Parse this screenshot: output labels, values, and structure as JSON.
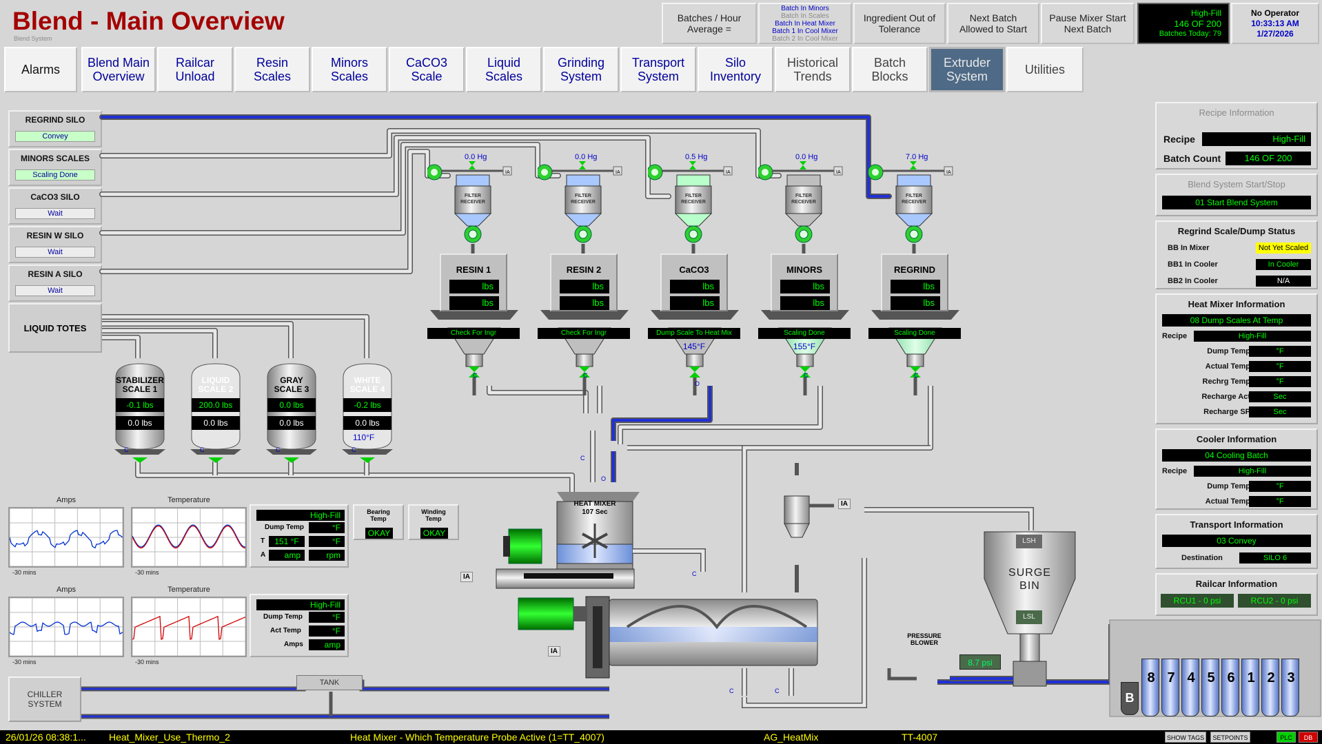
{
  "header": {
    "title": "Blend - Main Overview",
    "subtitle": "Blend System",
    "batches_hour": "Batches / Hour",
    "average": "Average =",
    "batch_status": [
      "Batch In Minors",
      "Batch In Scales",
      "Batch In Heat Mixer",
      "Batch 1 In Cool Mixer",
      "Batch 2 In Cool Mixer"
    ],
    "ingredient_out": "Ingredient Out of Tolerance",
    "next_batch": "Next Batch Allowed to Start",
    "pause_mixer": "Pause Mixer Start Next Batch",
    "recipe": "High-Fill",
    "count": "146  OF  200",
    "batches_today": "Batches Today: 79",
    "operator": "No Operator",
    "time": "10:33:13 AM",
    "date": "1/27/2026"
  },
  "nav": [
    {
      "label": "Alarms"
    },
    {
      "label": "Blend Main Overview"
    },
    {
      "label": "Railcar Unload"
    },
    {
      "label": "Resin Scales"
    },
    {
      "label": "Minors Scales"
    },
    {
      "label": "CaCO3 Scale"
    },
    {
      "label": "Liquid Scales"
    },
    {
      "label": "Grinding System"
    },
    {
      "label": "Transport System"
    },
    {
      "label": "Silo Inventory"
    },
    {
      "label": "Historical Trends"
    },
    {
      "label": "Batch Blocks"
    },
    {
      "label": "Extruder System"
    },
    {
      "label": "Utilities"
    }
  ],
  "silos": [
    {
      "name": "REGRIND SILO",
      "status": "Convey"
    },
    {
      "name": "MINORS SCALES",
      "status": "Scaling Done"
    },
    {
      "name": "CaCO3 SILO",
      "status": "Wait"
    },
    {
      "name": "RESIN W SILO",
      "status": "Wait"
    },
    {
      "name": "RESIN A SILO",
      "status": "Wait"
    }
  ],
  "liquid_totes": "LIQUID TOTES",
  "receivers": [
    {
      "vac": "0.0 Hg",
      "id": "1110000",
      "name": "RESIN 1",
      "unit1": "lbs",
      "unit2": "lbs",
      "status": "Check For Ingr",
      "temp": ""
    },
    {
      "vac": "0.0 Hg",
      "id": "1110000",
      "name": "RESIN 2",
      "unit1": "lbs",
      "unit2": "lbs",
      "status": "Check For Ingr",
      "temp": ""
    },
    {
      "vac": "0.5 Hg",
      "id": "1211310",
      "name": "CaCO3",
      "unit1": "lbs",
      "unit2": "lbs",
      "status": "Dump Scale To Heat Mix",
      "temp": "145°F"
    },
    {
      "vac": "0.0 Hg",
      "id": "",
      "name": "MINORS",
      "unit1": "lbs",
      "unit2": "lbs",
      "status": "Scaling Done",
      "temp": "155°F"
    },
    {
      "vac": "7.0 Hg",
      "id": "1780030",
      "name": "REGRIND",
      "unit1": "lbs",
      "unit2": "lbs",
      "status": "Scaling Done",
      "temp": ""
    }
  ],
  "filter_label": "FILTER RECEIVER",
  "ia": "IA",
  "liquid_scales": [
    {
      "name": "STABILIZER SCALE 1",
      "v1": "-0.1 lbs",
      "v2": "0.0 lbs"
    },
    {
      "name": "LIQUID SCALE 2",
      "v1": "200.0 lbs",
      "v2": "0.0 lbs"
    },
    {
      "name": "GRAY SCALE 3",
      "v1": "0.0 lbs",
      "v2": "0.0 lbs"
    },
    {
      "name": "WHITE SCALE 4",
      "v1": "-0.2 lbs",
      "v2": "0.0 lbs"
    }
  ],
  "white_temp": "110°F",
  "heat_mixer": {
    "label": "HEAT MIXER",
    "time": "107 Sec"
  },
  "trends": [
    {
      "amps": "Amps",
      "temp": "Temperature",
      "span": "-30 mins"
    },
    {
      "amps": "Amps",
      "temp": "Temperature",
      "span": "-30 mins"
    }
  ],
  "hm_info_box": {
    "recipe": "High-Fill",
    "dump_temp_lbl": "Dump Temp",
    "dump_temp_unit": "°F",
    "t_lbl": "T",
    "t_val": "151 °F",
    "t_unit": "°F",
    "a_lbl": "A",
    "a_unit": "amp",
    "rpm": "rpm"
  },
  "bearing": {
    "label": "Bearing Temp",
    "val": "OKAY"
  },
  "winding": {
    "label": "Winding Temp",
    "val": "OKAY"
  },
  "cool_info_box": {
    "recipe": "High-Fill",
    "dump_temp_lbl": "Dump Temp",
    "dump_temp_unit": "°F",
    "act_temp_lbl": "Act Temp",
    "act_temp_unit": "°F",
    "amps_lbl": "Amps",
    "amps_unit": "amp"
  },
  "chiller": "CHILLER SYSTEM",
  "tank": "TANK",
  "pressure_blower": "PRESSURE BLOWER",
  "psi": "8.7 psi",
  "surge_bin": "SURGE BIN",
  "lsh": "LSH",
  "lsl": "LSL",
  "bins": [
    "8",
    "7",
    "4",
    "5",
    "6",
    "1",
    "2",
    "3"
  ],
  "bin_b": "B",
  "valve_c": "C",
  "valve_o": "O",
  "right": {
    "recipe_info": "Recipe Information",
    "recipe_lbl": "Recipe",
    "recipe_val": "High-Fill",
    "batch_count_lbl": "Batch Count",
    "batch_count_val": "146  OF  200",
    "startstop": "Blend System Start/Stop",
    "startstop_val": "01 Start Blend System",
    "regrind": "Regrind Scale/Dump Status",
    "bb_mixer_lbl": "BB In Mixer",
    "bb_mixer_val": "Not Yet Scaled",
    "bb1_lbl": "BB1 In Cooler",
    "bb1_val": "In Cooler",
    "bb2_lbl": "BB2 In Cooler",
    "bb2_val": "N/A",
    "heat_info": "Heat Mixer Information",
    "heat_status": "08 Dump Scales At Temp",
    "h_recipe_lbl": "Recipe",
    "h_recipe_val": "High-Fill",
    "h_rows": [
      {
        "lbl": "Dump Temp",
        "unit": "°F"
      },
      {
        "lbl": "Actual Temp",
        "unit": "°F"
      },
      {
        "lbl": "Rechrg Temp",
        "unit": "°F"
      },
      {
        "lbl": "Recharge Act",
        "unit": "Sec"
      },
      {
        "lbl": "Recharge SP",
        "unit": "Sec"
      }
    ],
    "cooler_info": "Cooler Information",
    "cooler_status": "04 Cooling Batch",
    "c_recipe_lbl": "Recipe",
    "c_recipe_val": "High-Fill",
    "c_rows": [
      {
        "lbl": "Dump Temp",
        "unit": "°F"
      },
      {
        "lbl": "Actual Temp",
        "unit": "°F"
      }
    ],
    "transport_info": "Transport Information",
    "transport_status": "03 Convey",
    "dest_lbl": "Destination",
    "dest_val": "SILO 6",
    "railcar_info": "Railcar Information",
    "rcu1": "RCU1 - 0 psi",
    "rcu2": "RCU2 - 0 psi"
  },
  "footer": {
    "datetime": "26/01/26  08:38:1...",
    "tag": "Heat_Mixer_Use_Thermo_2",
    "desc": "Heat Mixer - Which Temperature Probe Active (1=TT_4007)",
    "area": "AG_HeatMix",
    "tt": "TT-4007",
    "show_tags": "SHOW TAGS",
    "setpoints": "SETPOINTS",
    "plc": "PLC",
    "db": "DB"
  },
  "colors": {
    "title": "#a40000",
    "nav_text": "#00009a",
    "pipe_blue": "#1a2cd8",
    "valve_green": "#00e000",
    "lcd_green": "#00ff00"
  }
}
